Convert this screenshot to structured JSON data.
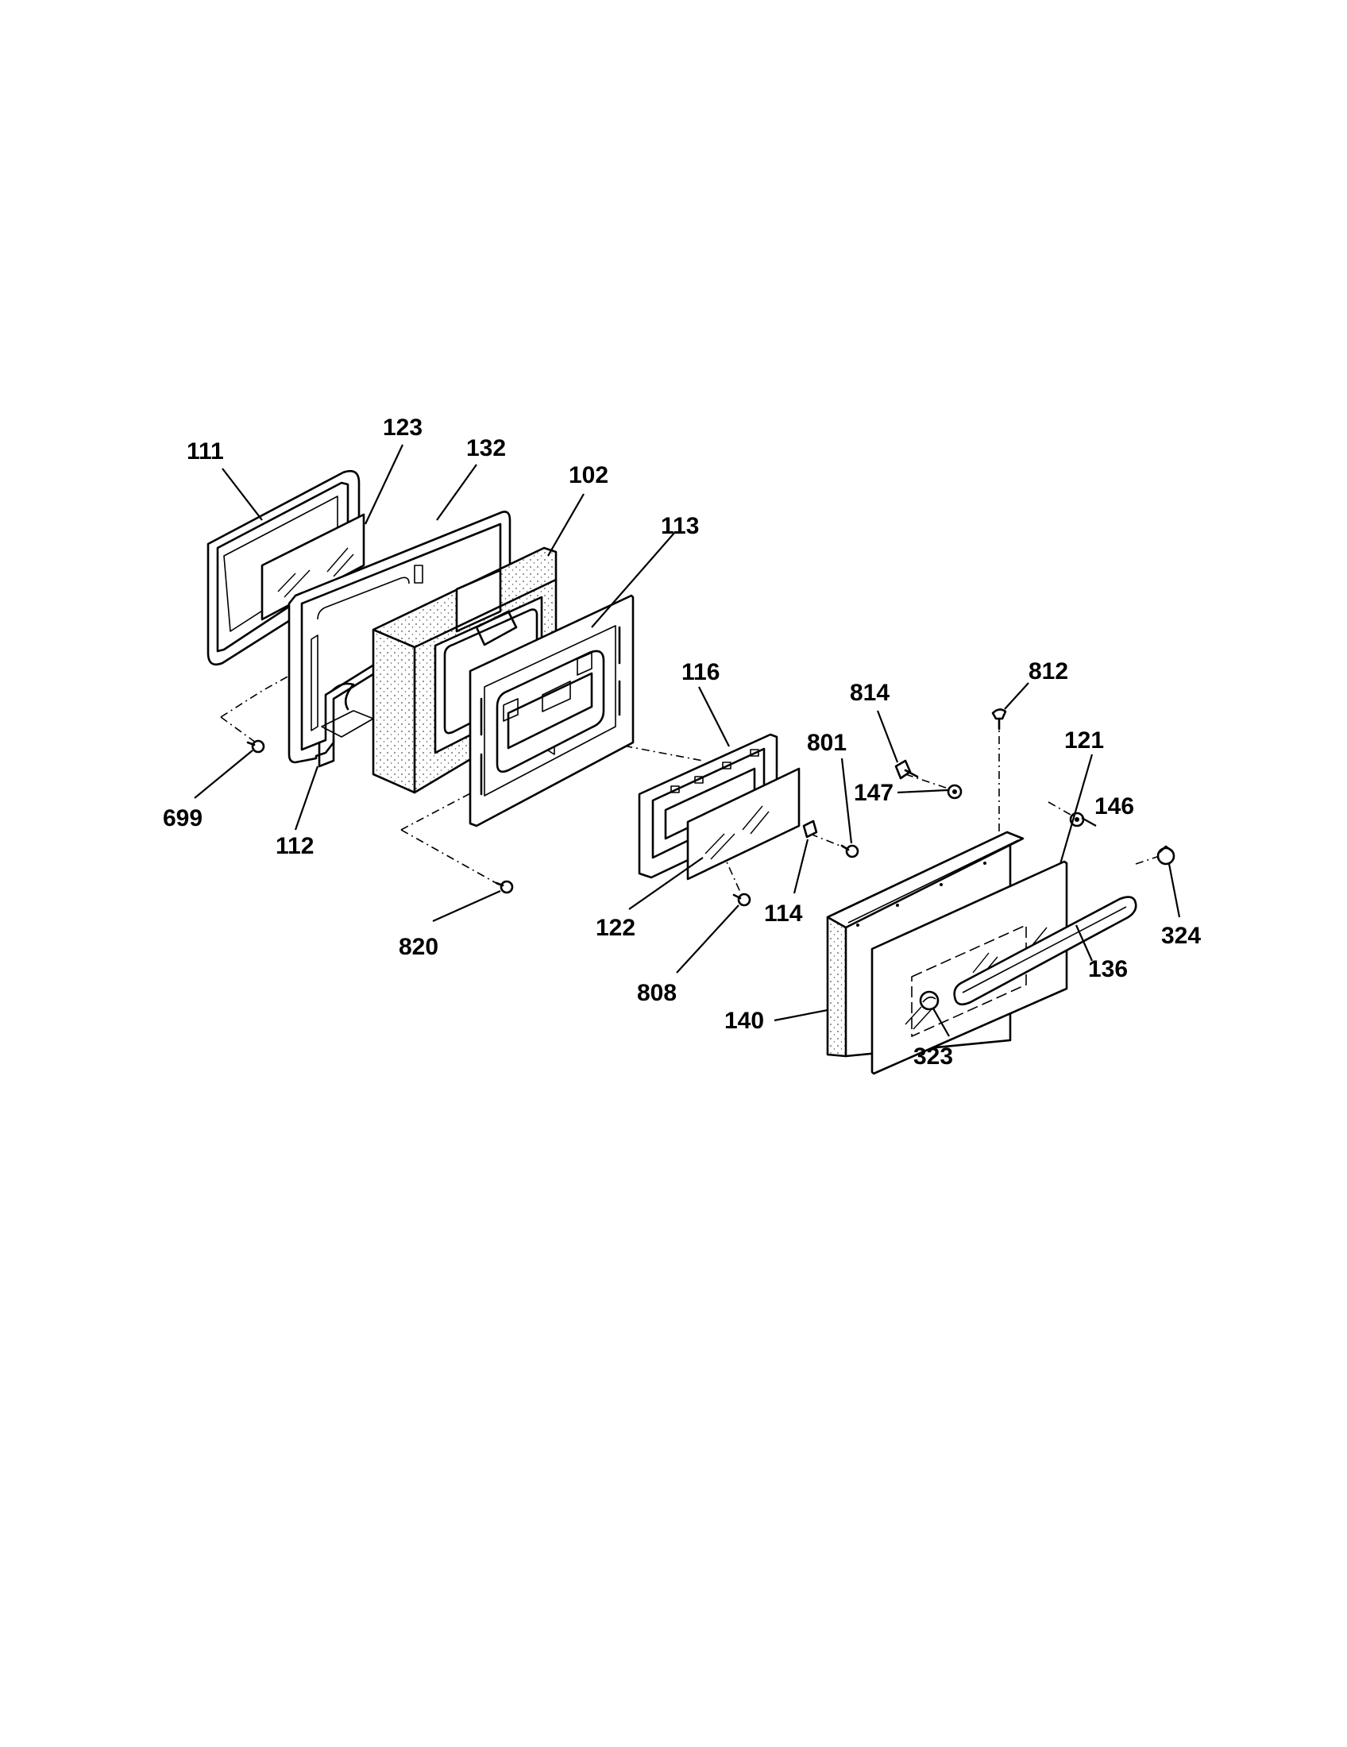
{
  "diagram": {
    "callouts": [
      "111",
      "123",
      "132",
      "102",
      "113",
      "116",
      "699",
      "112",
      "820",
      "122",
      "808",
      "114",
      "801",
      "814",
      "147",
      "812",
      "121",
      "146",
      "324",
      "136",
      "140",
      "323"
    ]
  }
}
